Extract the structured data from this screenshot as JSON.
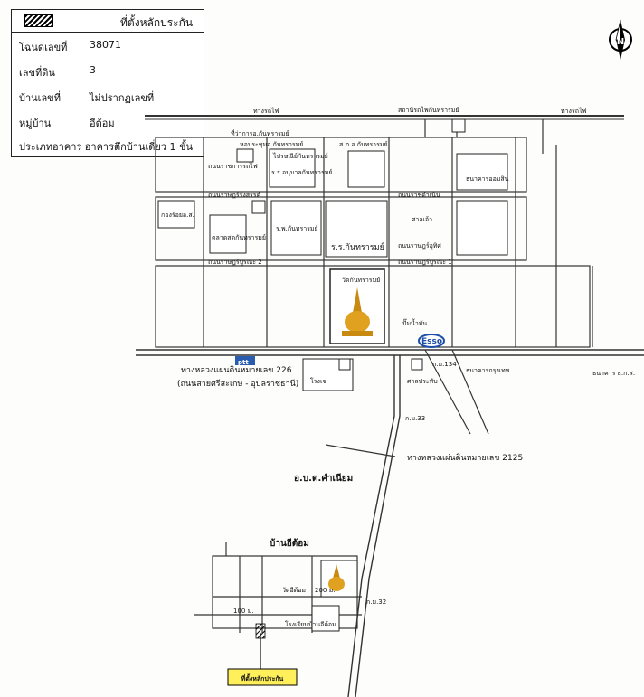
{
  "info_box": {
    "title": "ที่ตั้งหลักประกัน",
    "rows": [
      {
        "label": "โฉนดเลขที่",
        "value": "38071"
      },
      {
        "label": "เลขที่ดิน",
        "value": "3"
      },
      {
        "label": "บ้านเลขที่",
        "value": "ไม่ปรากฏเลขที่"
      },
      {
        "label": "หมู่บ้าน",
        "value": "อีต้อม"
      }
    ],
    "building_type": "ประเภทอาคาร อาคารตึกบ้านเดี่ยว 1 ชั้น"
  },
  "north": {
    "letter": "N"
  },
  "map": {
    "rail_label_left": "ทางรถไฟ",
    "rail_label_right": "ทางรถไฟ",
    "station": "สถานีรถไฟกันทรารมย์",
    "hwy_226_name": "ทางหลวงแผ่นดินหมายเลข 226",
    "hwy_226_route": "(ถนนสายศรีสะเกษ - อุบลราชธานี)",
    "hwy_2125_name": "ทางหลวงแผ่นดินหมายเลข 2125",
    "district_office": "อ.บ.ต.คำเนียม",
    "village": "บ้านอีต้อม",
    "collateral_label": "ที่ตั้งหลักประกัน",
    "temple_town": "วัดกันทรารมย์",
    "temple_village": "วัดอีต้อม",
    "school_village": "โรงเรียนบ้านอีต้อม",
    "km33": "ก.ม.33",
    "km32": "ก.ม.32",
    "km134": "ก.ม.134",
    "dist_200": "200 ม.",
    "dist_100": "100 ม.",
    "ptt": "ptt",
    "esso": "Esso",
    "places": [
      "ที่ว่าการอ.กันทรารมย์",
      "หอประชุมอ.กันทรารมย์",
      "ส.ภ.อ.กันทรารมย์",
      "ไปรษณีย์กันทรารมย์",
      "ร.ร.อนุบาลกันทรารมย์",
      "ธนาคารออมสิน",
      "ศาลเจ้า",
      "กองร้อยอ.ส.",
      "ตลาดสดกันทรารมย์",
      "ร.พ.กันทรารมย์",
      "ร.ร.กันทรารมย์",
      "ปั๊มน้ำมัน",
      "ธนาคารกรุงเทพ",
      "ธ.ก.ส.",
      "ธนาคาร ธ.ก.ส.",
      "โรงเจ",
      "ศาลประทับ",
      "ปั๊มน้ำมัน ป.ต.ท."
    ],
    "streets": [
      "ถนนราชการรถไฟ",
      "ถนนราษฎร์รังสรรค์",
      "ถนนราษฎร์บูรณะ 2",
      "ถนนราษฎร์บูรณะ 1",
      "ถนนราษฎร์อุทิศ",
      "ถนนราชดำเนิน"
    ]
  },
  "colors": {
    "temple_gold": "#e0a020",
    "esso_blue": "#1c4fa8",
    "ptt_blue": "#2a5db0"
  }
}
